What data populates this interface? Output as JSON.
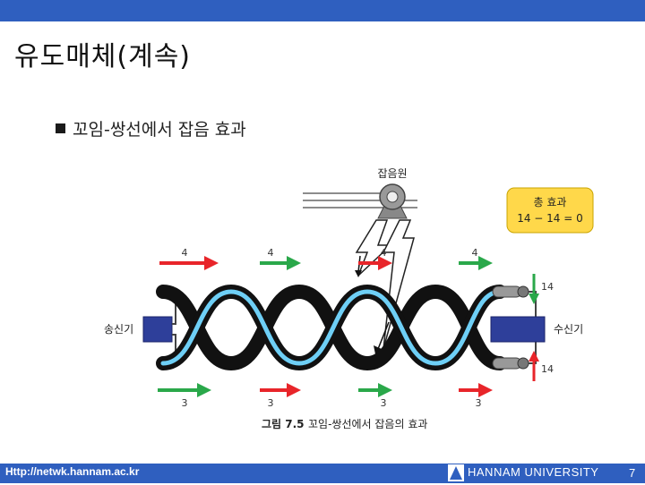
{
  "slide": {
    "title": "유도매체(계속)",
    "bullet": "꼬임-쌍선에서 잡음 효과"
  },
  "figure": {
    "noise_source_label": "잡음원",
    "sender_label": "송신기",
    "receiver_label": "수신기",
    "total_effect_title": "총 효과",
    "total_effect_formula": "14 − 14 = 0",
    "top_arrow_values": [
      "4",
      "4",
      "4",
      "4"
    ],
    "bottom_arrow_values": [
      "3",
      "3",
      "3",
      "3"
    ],
    "receiver_top_value": "14",
    "receiver_bottom_value": "14",
    "caption_number": "그림 7.5",
    "caption_text": "꼬임-쌍선에서 잡음의 효과"
  },
  "footer": {
    "url": "Http://netwk.hannam.ac.kr",
    "university": "HANNAM UNIVERSITY",
    "page": "7"
  },
  "colors": {
    "header_bar": "#2f5fbf",
    "arrow_top": "#e8252a",
    "arrow_green": "#2aa84a",
    "wire_blue": "#6ecff6",
    "box_fill": "#2e3f9a",
    "total_box": "#ffd84a"
  }
}
